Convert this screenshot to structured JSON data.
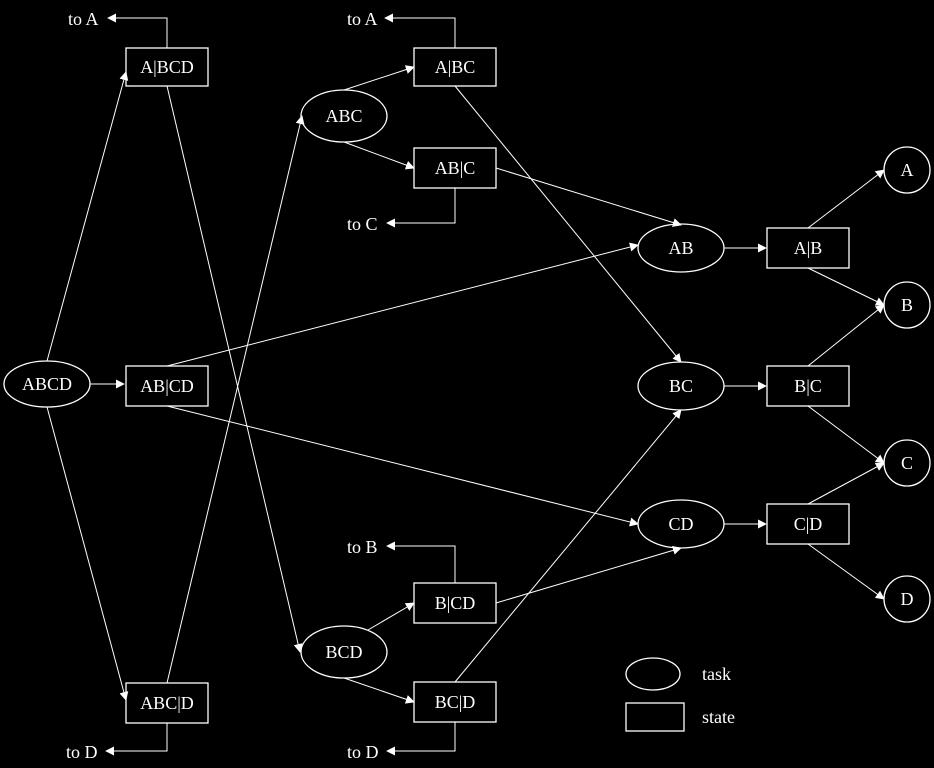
{
  "colors": {
    "background": "#000000",
    "foreground": "#ffffff"
  },
  "nodes": {
    "abcd": {
      "label": "ABCD",
      "kind": "task"
    },
    "a_bcd": {
      "label": "A|BCD",
      "kind": "state"
    },
    "ab_cd": {
      "label": "AB|CD",
      "kind": "state"
    },
    "abc_d": {
      "label": "ABC|D",
      "kind": "state"
    },
    "abc": {
      "label": "ABC",
      "kind": "task"
    },
    "bcd": {
      "label": "BCD",
      "kind": "task"
    },
    "a_bc": {
      "label": "A|BC",
      "kind": "state"
    },
    "ab_c": {
      "label": "AB|C",
      "kind": "state"
    },
    "b_cd": {
      "label": "B|CD",
      "kind": "state"
    },
    "bc_d": {
      "label": "BC|D",
      "kind": "state"
    },
    "ab": {
      "label": "AB",
      "kind": "task"
    },
    "bc": {
      "label": "BC",
      "kind": "task"
    },
    "cd": {
      "label": "CD",
      "kind": "task"
    },
    "a_b": {
      "label": "A|B",
      "kind": "state"
    },
    "b_c": {
      "label": "B|C",
      "kind": "state"
    },
    "c_d": {
      "label": "C|D",
      "kind": "state"
    },
    "a": {
      "label": "A",
      "kind": "product"
    },
    "b": {
      "label": "B",
      "kind": "product"
    },
    "c": {
      "label": "C",
      "kind": "product"
    },
    "d": {
      "label": "D",
      "kind": "product"
    }
  },
  "outputs": {
    "a_bcd_out": "to A",
    "a_bc_out": "to A",
    "ab_c_out": "to C",
    "b_cd_out": "to B",
    "bc_d_out": "to D",
    "abc_d_out": "to D"
  },
  "edges": [
    [
      "abcd",
      "a_bcd"
    ],
    [
      "abcd",
      "ab_cd"
    ],
    [
      "abcd",
      "abc_d"
    ],
    [
      "a_bcd",
      "bcd"
    ],
    [
      "abc_d",
      "abc"
    ],
    [
      "ab_cd",
      "ab"
    ],
    [
      "ab_cd",
      "cd"
    ],
    [
      "abc",
      "a_bc"
    ],
    [
      "abc",
      "ab_c"
    ],
    [
      "bcd",
      "b_cd"
    ],
    [
      "bcd",
      "bc_d"
    ],
    [
      "a_bc",
      "bc"
    ],
    [
      "ab_c",
      "ab"
    ],
    [
      "b_cd",
      "cd"
    ],
    [
      "bc_d",
      "bc"
    ],
    [
      "ab",
      "a_b"
    ],
    [
      "bc",
      "b_c"
    ],
    [
      "cd",
      "c_d"
    ],
    [
      "a_b",
      "a"
    ],
    [
      "a_b",
      "b"
    ],
    [
      "b_c",
      "b"
    ],
    [
      "b_c",
      "c"
    ],
    [
      "c_d",
      "c"
    ],
    [
      "c_d",
      "d"
    ]
  ],
  "legend": {
    "task": "task",
    "state": "state"
  }
}
